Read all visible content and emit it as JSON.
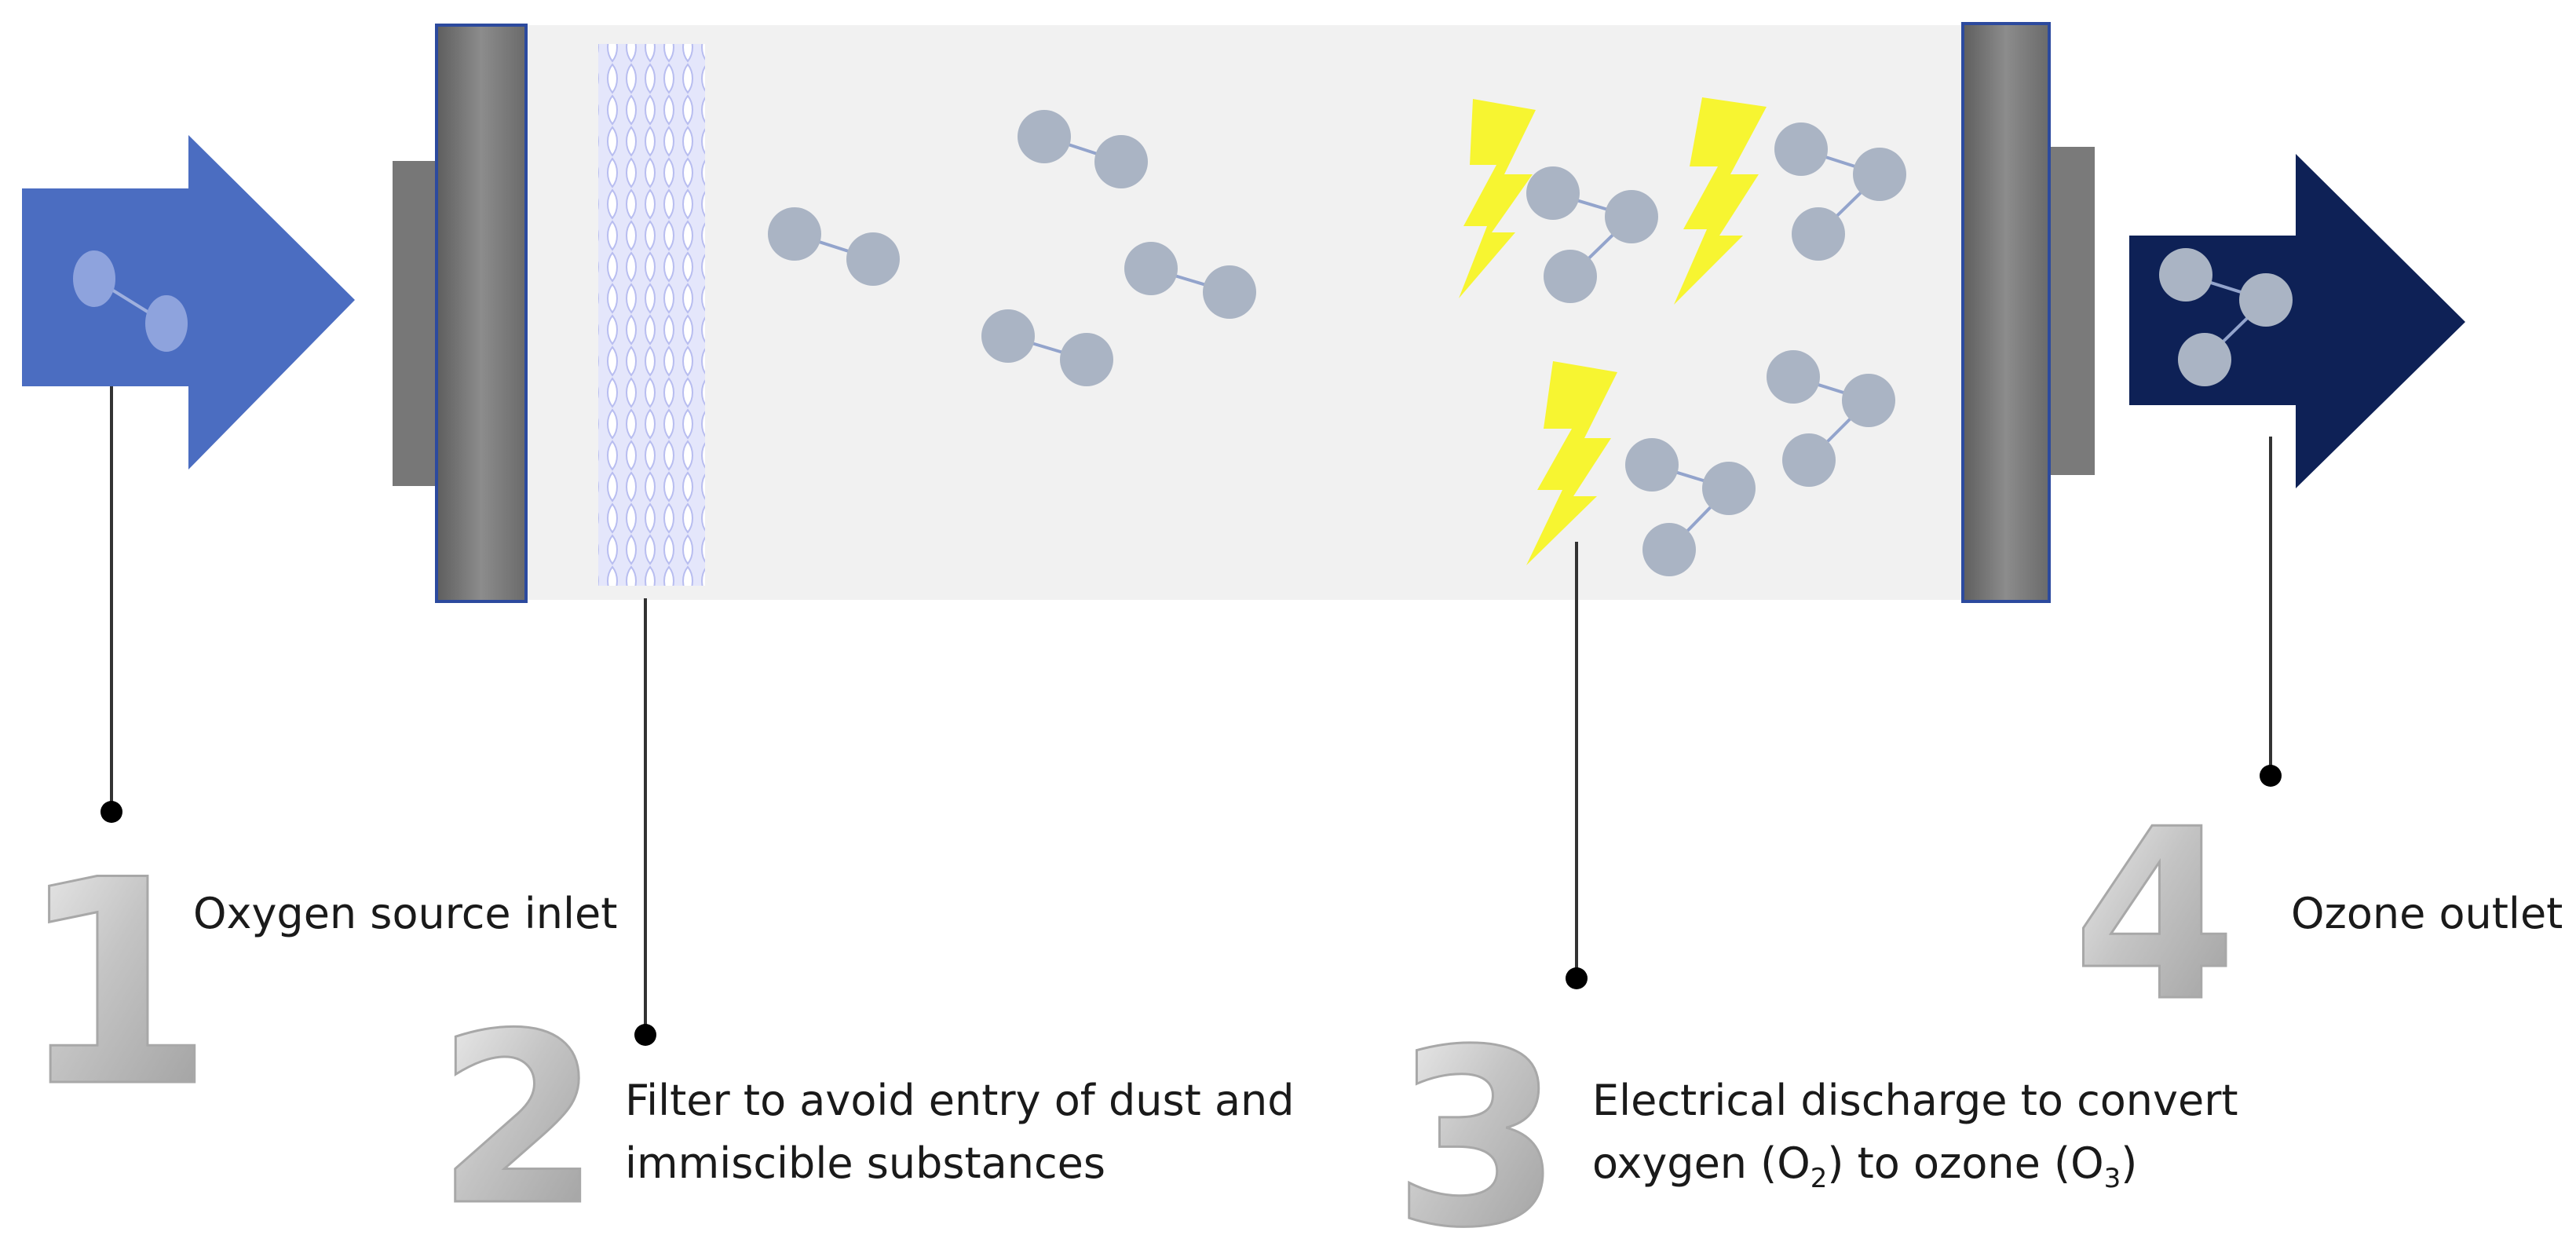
{
  "steps": [
    {
      "number": "1",
      "label": "Oxygen source inlet"
    },
    {
      "number": "2",
      "label_line1": "Filter to avoid entry of dust and",
      "label_line2": "immiscible substances"
    },
    {
      "number": "3",
      "label_line1": "Electrical discharge to convert",
      "label_line2_a": "oxygen (O",
      "label_line2_sub1": "2",
      "label_line2_b": ") to ozone (O",
      "label_line2_sub2": "3",
      "label_line2_c": ")"
    },
    {
      "number": "4",
      "label": "Ozone outlet"
    }
  ],
  "colors": {
    "inlet_arrow": "#4a6cc0",
    "outlet_arrow": "#0f2257",
    "chamber": "#f1f1f1",
    "end_cap": "#7a7a7a",
    "cap_border": "#2c4a9e",
    "molecule": "#aab4c4",
    "lightning": "#f7f531",
    "filter": "#dadcf7",
    "number_silver": "#c8c8c8"
  },
  "icons": {
    "inlet": "arrow-right-icon",
    "outlet": "arrow-right-icon",
    "molecule": "molecule-icon",
    "spark": "lightning-bolt-icon"
  }
}
